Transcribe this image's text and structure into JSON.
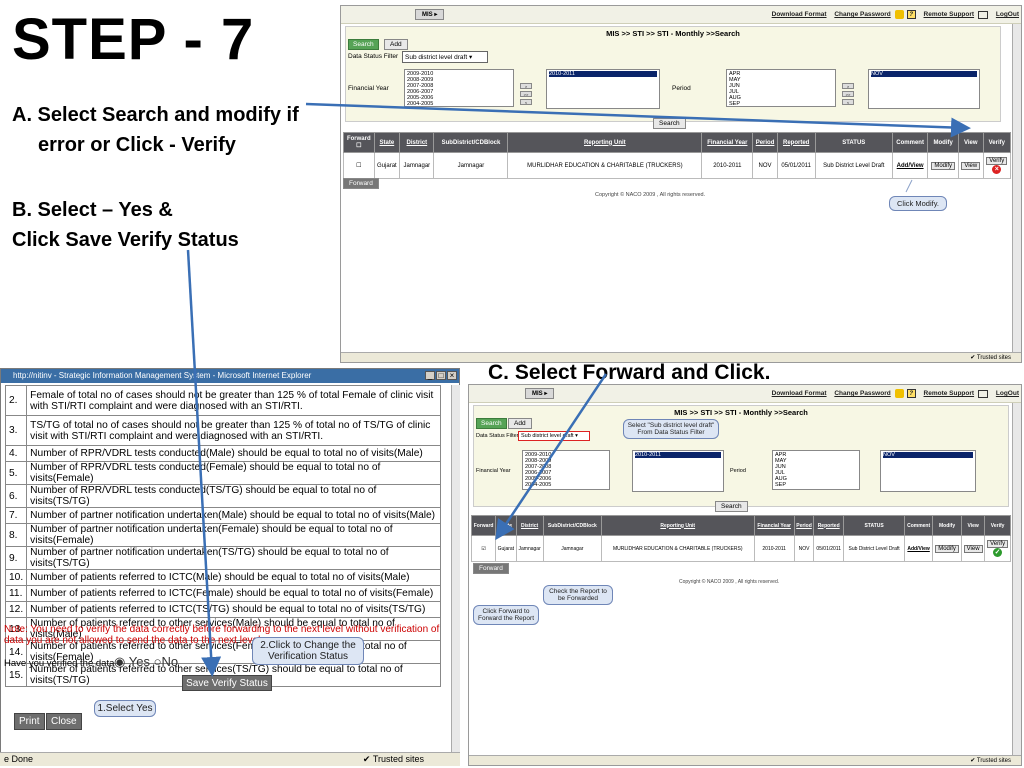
{
  "slide": {
    "title": "STEP - 7",
    "instr_a_line1": "A.  Select Search and modify if",
    "instr_a_line2": "error or Click - Verify",
    "instr_b_line1": "B. Select – Yes &",
    "instr_b_line2": "Click Save Verify Status",
    "instr_c": "C. Select Forward and Click."
  },
  "screen_top": {
    "menu": "MIS",
    "links": [
      "Download Format",
      "Change Password",
      "Remote Support",
      "LogOut"
    ],
    "breadcrumb": "MIS >> STI >> STI - Monthly >>Search",
    "search_tab": "Search",
    "add_tab": "Add",
    "filter_label": "Data Status Filter",
    "filter_value": "Sub district level draft",
    "fy_label": "Financial Year",
    "fy_options": [
      "2009-2010",
      "2008-2009",
      "2007-2008",
      "2006-2007",
      "2005-2006",
      "2004-2005"
    ],
    "fy_selected": "2010-2011",
    "period_label": "Period",
    "period_options": [
      "APR",
      "MAY",
      "JUN",
      "JUL",
      "AUG",
      "SEP"
    ],
    "period_selected": "NOV",
    "search_button": "Search",
    "table_headers": [
      "Forward",
      "State",
      "District",
      "SubDistrict/CDBlock",
      "Reporting Unit",
      "Financial Year",
      "Period",
      "Reported",
      "STATUS",
      "Comment",
      "Modify",
      "View",
      "Verify"
    ],
    "row": {
      "state": "Gujarat",
      "district": "Jamnagar",
      "subdistrict": "Jamnagar",
      "unit": "MURLIDHAR EDUCATION & CHARITABLE (TRUCKERS)",
      "fy": "2010-2011",
      "period": "NOV",
      "reported": "05/01/2011",
      "status": "Sub District Level Draft",
      "comment": "Add/View",
      "modify": "Modify",
      "view": "View",
      "verify": "Verify"
    },
    "forward_button": "Forward",
    "copyright": "Copyright © NACO 2009 , All rights reserved.",
    "callout": "Click Modify.",
    "status_trusted": "Trusted sites"
  },
  "screen_left": {
    "window_title": "http://nitinv - Strategic Information Management System - Microsoft Internet Explorer",
    "rules": [
      {
        "n": "2.",
        "text": "Female of total no of cases should not be greater than 125 % of total Female of clinic visit with STI/RTI complaint and were diagnosed with an STI/RTI."
      },
      {
        "n": "3.",
        "text": "TS/TG of total no of cases should not be greater than 125 % of total no of TS/TG of clinic visit with STI/RTI complaint and were diagnosed with an STI/RTI."
      },
      {
        "n": "4.",
        "text": "Number of RPR/VDRL tests conducted(Male) should be equal to total no of visits(Male)"
      },
      {
        "n": "5.",
        "text": "Number of RPR/VDRL tests conducted(Female) should be equal to total no of visits(Female)"
      },
      {
        "n": "6.",
        "text": "Number of RPR/VDRL tests conducted(TS/TG) should be equal to total no of visits(TS/TG)"
      },
      {
        "n": "7.",
        "text": "Number of partner notification undertaken(Male) should be equal to total no of visits(Male)"
      },
      {
        "n": "8.",
        "text": "Number of partner notification undertaken(Female) should be equal to total no of visits(Female)"
      },
      {
        "n": "9.",
        "text": "Number of partner notification undertaken(TS/TG) should be equal to total no of visits(TS/TG)"
      },
      {
        "n": "10.",
        "text": "Number of patients referred to ICTC(Male) should be equal to total no of visits(Male)"
      },
      {
        "n": "11.",
        "text": "Number of patients referred to ICTC(Female) should be equal to total no of visits(Female)"
      },
      {
        "n": "12.",
        "text": "Number of patients referred to ICTC(TS/TG) should be equal to total no of visits(TS/TG)"
      },
      {
        "n": "13.",
        "text": "Number of patients referred to other services(Male) should be equal to total no of visits(Male)"
      },
      {
        "n": "14.",
        "text": "Number of patients referred to other services(Female) should be equal to total no of visits(Female)"
      },
      {
        "n": "15.",
        "text": "Number of patients referred to other services(TS/TG) should be equal to total no of visits(TS/TG)"
      }
    ],
    "note": "Note: You need to verify the data correctly before forwarding to the next level without verification of data you are not allowed to send the data to the next level",
    "question": "Have you verified the data ?",
    "yes": "Yes",
    "no": "No",
    "save_button": "Save Verify Status",
    "print_button": "Print",
    "close_button": "Close",
    "callout_change": "2.Click to Change the Verification Status",
    "callout_yes": "1.Select Yes",
    "status_done": "Done",
    "status_trusted": "Trusted sites"
  },
  "screen_bottom": {
    "callout_filter": "Select \"Sub district level draft\" From Data Status Filter",
    "callout_check": "Check the Report to be Forwarded",
    "callout_forward": "Click Forward to Forward the Report"
  }
}
